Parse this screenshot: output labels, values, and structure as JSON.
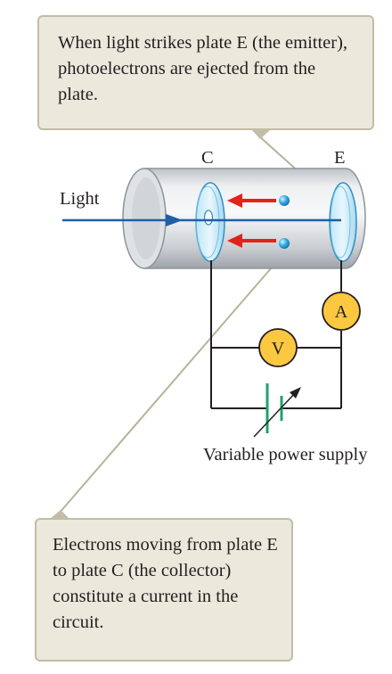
{
  "callouts": {
    "top": "When light strikes plate E (the emitter), photoelectrons are ejected from the plate.",
    "bottom": "Electrons moving from plate E to plate C (the collector) constitute a current in the circuit."
  },
  "labels": {
    "light": "Light",
    "collector": "C",
    "emitter": "E",
    "ammeter": "A",
    "voltmeter": "V",
    "power_supply": "Variable power supply"
  },
  "colors": {
    "callout_fill": "#ebe8dc",
    "callout_border": "#c2bda6",
    "light_beam": "#1f5fa8",
    "electron_arrow": "#e2231a",
    "electron": "#39b0e6",
    "meter_fill": "#fcc741",
    "battery": "#1fa36b",
    "wire": "#231f20"
  }
}
